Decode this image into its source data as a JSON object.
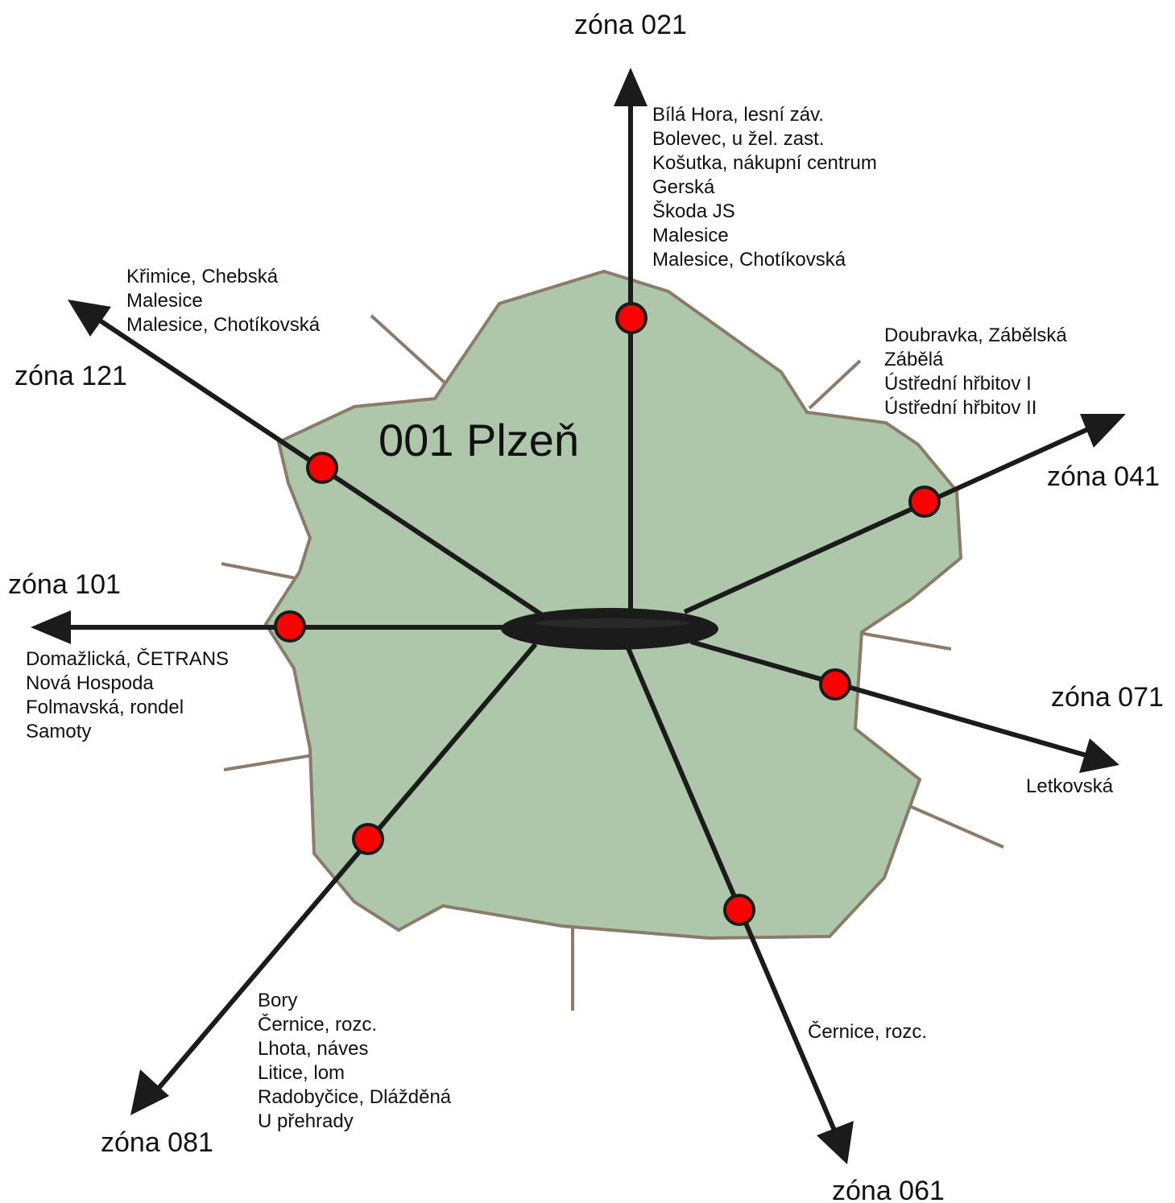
{
  "city": {
    "label": "001 Plzeň"
  },
  "colors": {
    "area_fill": "#aec7aa",
    "area_stroke": "#8b7b6b",
    "route": "#1b1b1b",
    "stop_fill": "#ff0000",
    "stop_stroke": "#1b1b1b",
    "hub": "#1b1b1b"
  },
  "zones": [
    {
      "id": "021",
      "label": "zóna 021",
      "stops": [
        "Bílá Hora, lesní záv.",
        "Bolevec, u žel. zast.",
        "Košutka, nákupní centrum",
        "Gerská",
        "Škoda JS",
        "Malesice",
        "Malesice, Chotíkovská"
      ]
    },
    {
      "id": "041",
      "label": "zóna 041",
      "stops": [
        "Doubravka, Zábělská",
        "Zábělá",
        "Ústřední hřbitov I",
        "Ústřední hřbitov II"
      ]
    },
    {
      "id": "071",
      "label": "zóna 071",
      "stops": [
        "Letkovská"
      ]
    },
    {
      "id": "061",
      "label": "zóna 061",
      "stops": [
        "Černice, rozc."
      ]
    },
    {
      "id": "081",
      "label": "zóna 081",
      "stops": [
        "Bory",
        "Černice, rozc.",
        "Lhota, náves",
        "Litice, lom",
        "Radobyčice, Dlážděná",
        "U přehrady"
      ]
    },
    {
      "id": "101",
      "label": "zóna 101",
      "stops": [
        "Domažlická, ČETRANS",
        "Nová Hospoda",
        "Folmavská, rondel",
        "Samoty"
      ]
    },
    {
      "id": "121",
      "label": "zóna 121",
      "stops": [
        "Křimice, Chebská",
        "Malesice",
        "Malesice, Chotíkovská"
      ]
    }
  ]
}
